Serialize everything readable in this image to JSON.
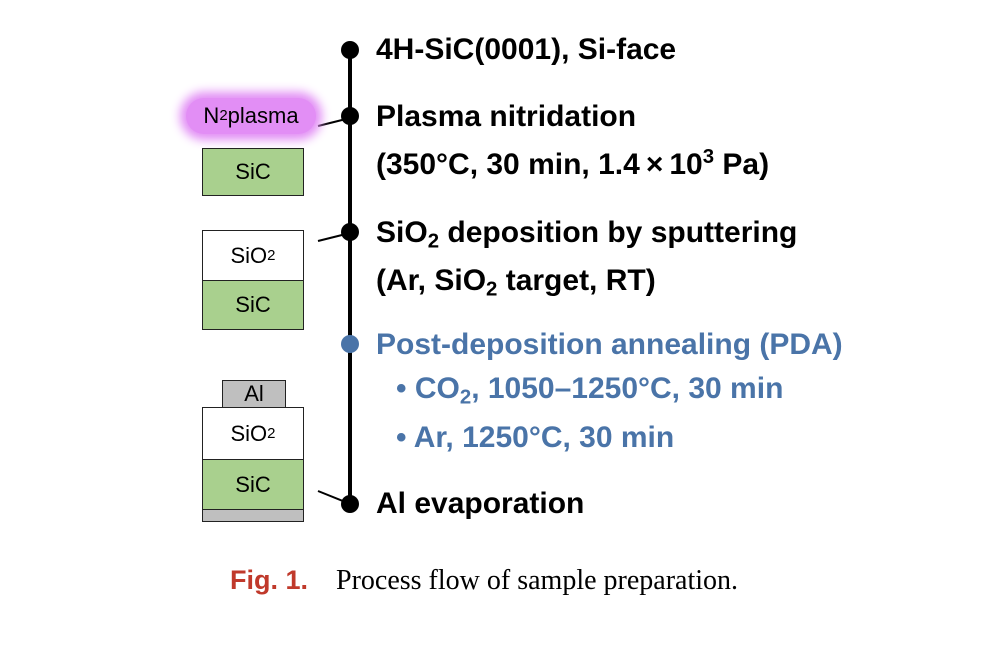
{
  "steps": {
    "substrate": {
      "title": "4H-SiC(0001), Si-face"
    },
    "nitridation": {
      "title": "Plasma nitridation",
      "detail_prefix": "(350°C, 30 min, 1.4",
      "times": "×",
      "base": "10",
      "exponent": "3",
      "detail_suffix": " Pa)"
    },
    "deposition": {
      "title_pre": "SiO",
      "title_sub": "2",
      "title_post": " deposition by sputtering",
      "detail_pre": "(Ar, SiO",
      "detail_sub": "2",
      "detail_post": " target, RT)"
    },
    "pda": {
      "title": "Post-deposition annealing (PDA)",
      "bullet1_pre": "• CO",
      "bullet1_sub": "2",
      "bullet1_post": ", 1050–1250°C, 30 min",
      "bullet2": "• Ar, 1250°C, 30 min",
      "color": "#4a74a8"
    },
    "evaporation": {
      "title": "Al evaporation"
    }
  },
  "diagram": {
    "plasma_pre": "N",
    "plasma_sub": "2",
    "plasma_post": " plasma",
    "sic": "SiC",
    "sio2_pre": "SiO",
    "sio2_sub": "2",
    "al": "Al",
    "colors": {
      "sic": "#a9d08e",
      "plasma": "#e28ef5",
      "al": "#bfbfbf"
    }
  },
  "caption": {
    "label": "Fig. 1.",
    "text": "Process flow of sample preparation."
  }
}
